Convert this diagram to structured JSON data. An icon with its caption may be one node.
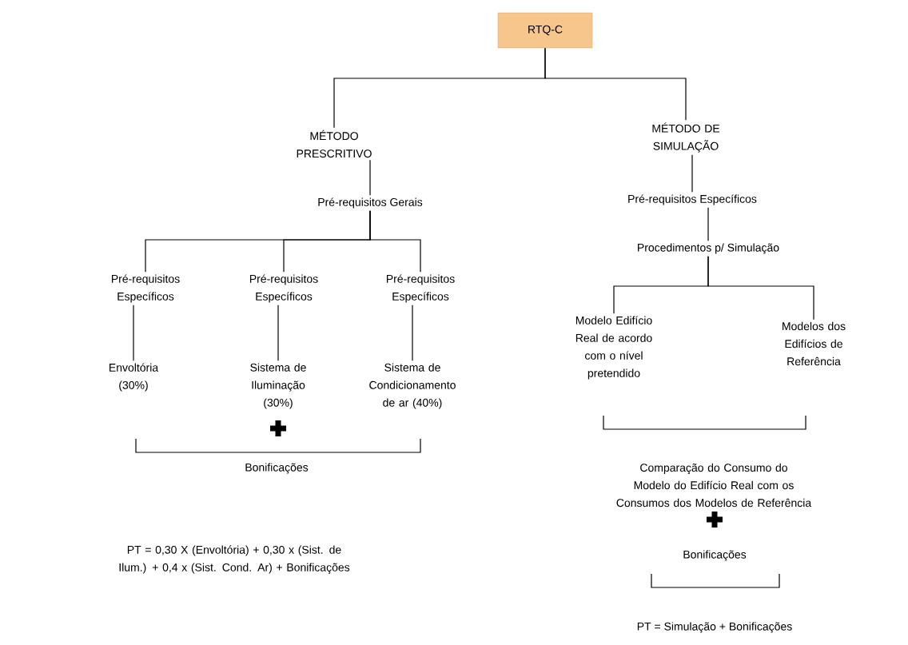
{
  "diagram": {
    "nodes": [
      {
        "text": [
          "RTQ-C"
        ]
      },
      {
        "text": [
          "MÉTODO PRESCRITIVO"
        ]
      },
      {
        "text": [
          "Pré-requisitos Gerais"
        ]
      },
      {
        "text": [
          "Pré-requisitos Específicos"
        ]
      },
      {
        "text": [
          "Pré-requisitos Específicos"
        ]
      },
      {
        "text": [
          "Pré-requisitos Específicos"
        ]
      },
      {
        "text": [
          "Envoltória (30%)"
        ]
      },
      {
        "text": [
          "Sistema de Iluminação (30%)"
        ]
      },
      {
        "text": [
          "Sistema de Condicionamento de ar (40%)"
        ]
      },
      {
        "text": [
          "Bonificações"
        ]
      },
      {
        "text": [
          "PT = 0,30 X (Envoltória) + 0,30 x (Sist. de Ilum.) + 0,4 x (Sist. Cond. Ar) + Bonificações"
        ]
      },
      {
        "text": [
          "MÉTODO DE SIMULAÇÃO"
        ]
      },
      {
        "text": [
          "Pré-requisitos Específicos"
        ]
      },
      {
        "text": [
          "Procedimentos p/ Simulação"
        ]
      },
      {
        "text": [
          "Modelo Edifício Real de acordo com o nível pretendido"
        ]
      },
      {
        "text": [
          "Modelos dos Edifícios de Referência"
        ]
      },
      {
        "text": [
          "Comparação do Consumo do Modelo do Edifício Real com os Consumos dos Modelos de Referência"
        ]
      },
      {
        "text": [
          "Bonificações"
        ]
      },
      {
        "text": [
          "PT = Simulação + Bonificações"
        ]
      }
    ],
    "edges": [
      {
        "from": 0,
        "to": 1,
        "arrow": "none"
      },
      {
        "from": 0,
        "to": 11,
        "arrow": "none"
      },
      {
        "from": 1,
        "to": 2,
        "arrow": "none"
      },
      {
        "from": 2,
        "to": 3,
        "arrow": "none"
      },
      {
        "from": 2,
        "to": 4,
        "arrow": "none"
      },
      {
        "from": 2,
        "to": 5,
        "arrow": "none"
      },
      {
        "from": 3,
        "to": 6,
        "arrow": "none"
      },
      {
        "from": 4,
        "to": 7,
        "arrow": "none"
      },
      {
        "from": 5,
        "to": 8,
        "arrow": "none"
      },
      {
        "from": 11,
        "to": 12,
        "arrow": "none"
      },
      {
        "from": 12,
        "to": 13,
        "arrow": "none"
      },
      {
        "from": 13,
        "to": 14,
        "arrow": "none"
      },
      {
        "from": 13,
        "to": 15,
        "arrow": "none"
      }
    ]
  }
}
